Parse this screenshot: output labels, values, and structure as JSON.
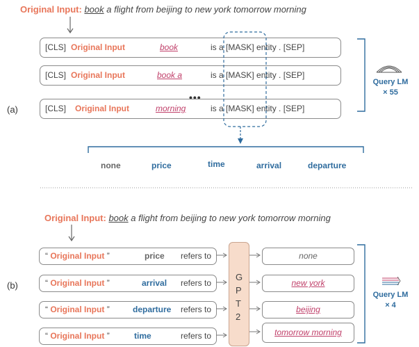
{
  "a": {
    "panel_label": "(a)",
    "prefix": "Original Input:",
    "word1": "book",
    "rest": "a flight from beijing to new york tomorrow morning",
    "rows": [
      {
        "cls": "[CLS]",
        "orig": "Original Input",
        "span": "book",
        "template": "is a [MASK] entity . [SEP]"
      },
      {
        "cls": "[CLS]",
        "orig": "Original Input",
        "span": "book a",
        "template": "is a [MASK] entity . [SEP]"
      },
      {
        "cls": "[CLS]",
        "orig": "Original Input",
        "span": "morning",
        "template": "is a [MASK] entity . [SEP]"
      }
    ],
    "ellipsis": "•••",
    "labels": [
      "none",
      "price",
      "time",
      "arrival",
      "departure"
    ],
    "query_lm": "Query LM",
    "query_count": "× 55"
  },
  "b": {
    "panel_label": "(b)",
    "prefix": "Original Input:",
    "word1": "book",
    "rest": "a flight from beijing to new york tomorrow morning",
    "rows": [
      {
        "open": "“",
        "orig": "Original Input",
        "close": "”",
        "label": "price",
        "refers": "refers to",
        "output": "none"
      },
      {
        "open": "“",
        "orig": "Original Input",
        "close": "”",
        "label": "arrival",
        "refers": "refers to",
        "output": "new york"
      },
      {
        "open": "“",
        "orig": "Original Input",
        "close": "”",
        "label": "departure",
        "refers": "refers to",
        "output": "beijing"
      },
      {
        "open": "“",
        "orig": "Original Input",
        "close": "”",
        "label": "time",
        "refers": "refers to",
        "output": "tomorrow morning"
      }
    ],
    "gpt": [
      "G",
      "P",
      "T",
      "2"
    ],
    "query_lm": "Query LM",
    "query_count": "× 4"
  },
  "colors": {
    "orange": "#e8765a",
    "pink": "#c0406a",
    "blue": "#2f6c9e",
    "gpt_fill": "#f7dccb",
    "gpt_border": "#c9a48f"
  }
}
